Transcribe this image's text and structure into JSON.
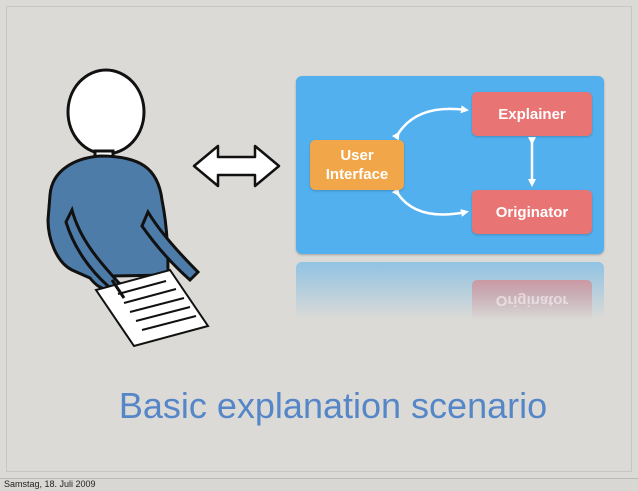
{
  "diagram": {
    "boxes": {
      "user_interface": "User\nInterface",
      "explainer": "Explainer",
      "originator": "Originator"
    },
    "reflection_text": "Originator"
  },
  "slide": {
    "title": "Basic explanation scenario"
  },
  "footer": {
    "date": "Samstag, 18. Juli 2009"
  },
  "colors": {
    "panel": "#52b0ee",
    "user_interface_box": "#f2a64a",
    "component_boxes": "#e87474",
    "title": "#5586c8"
  },
  "icons": [
    "person-illustration",
    "double-arrow-icon"
  ]
}
